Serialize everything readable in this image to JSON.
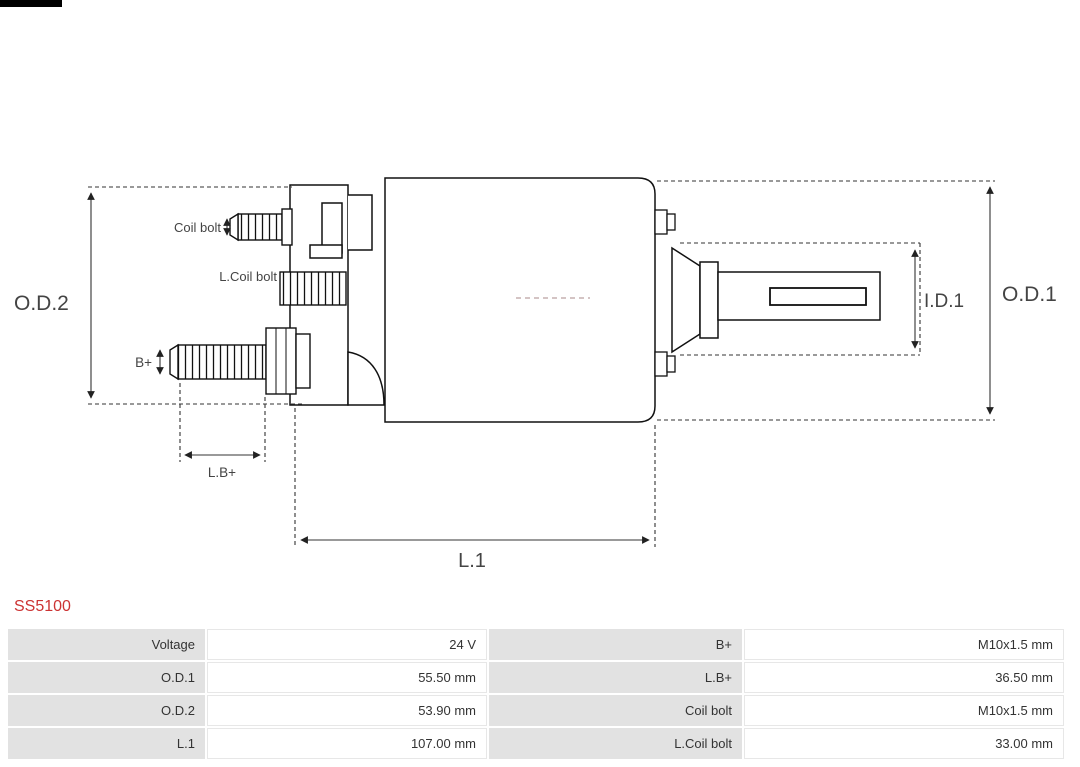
{
  "page": {
    "product_code": "SS5100"
  },
  "colors": {
    "product_code_red": "#cc3333",
    "table_label_bg": "#e2e2e2",
    "diagram_stroke": "#111111"
  },
  "diagram": {
    "labels": {
      "od2": "O.D.2",
      "od1": "O.D.1",
      "id1": "I.D.1",
      "l1": "L.1",
      "lb": "L.B+",
      "b": "B+",
      "coil_bolt": "Coil bolt",
      "l_coil_bolt": "L.Coil bolt"
    }
  },
  "table": {
    "rows": [
      [
        "Voltage",
        "24 V",
        "B+",
        "M10x1.5 mm"
      ],
      [
        "O.D.1",
        "55.50 mm",
        "L.B+",
        "36.50 mm"
      ],
      [
        "O.D.2",
        "53.90 mm",
        "Coil bolt",
        "M10x1.5 mm"
      ],
      [
        "L.1",
        "107.00 mm",
        "L.Coil bolt",
        "33.00 mm"
      ]
    ]
  }
}
